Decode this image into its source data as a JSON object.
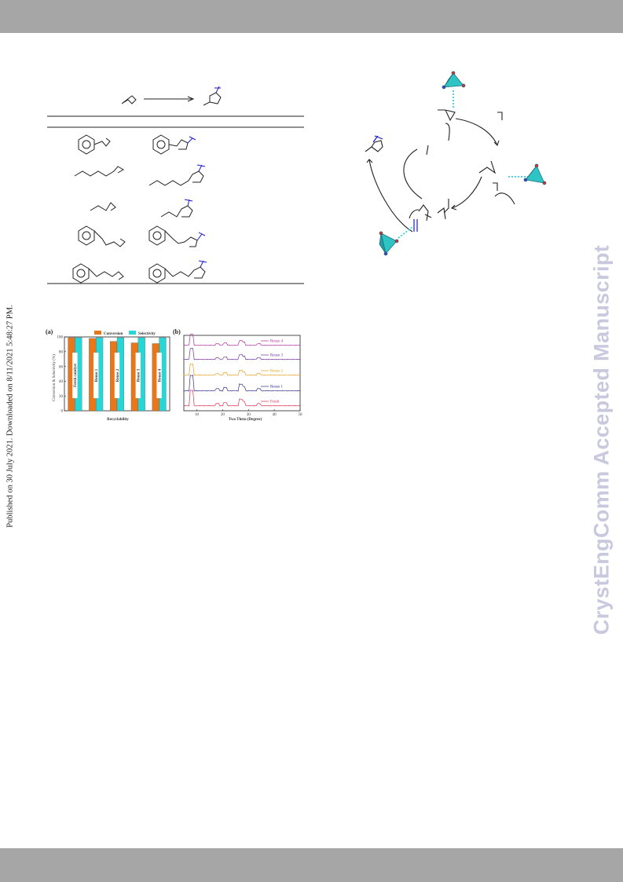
{
  "page": {
    "side_text_left": "Published on 30 July 2021. Downloaded on 8/11/2021 5:48:27 PM.",
    "side_text_right": "CrystEngComm Accepted Manuscript",
    "colors": {
      "band": "#a6a6a6",
      "watermark": "#c8c8df",
      "conversion": "#e8761a",
      "selectivity": "#28d6d6",
      "mof": "#2ec4c4",
      "n_blue": "#1a1ad0"
    }
  },
  "figure_a": {
    "panel_label": "(a)",
    "ylabel": "Conversion & Selectivity (%)",
    "xlabel": "Recyclability",
    "legend": {
      "conversion": "Conversion",
      "selectivity": "Selectivity"
    },
    "bar_labels": [
      "Fresh catalyst",
      "Reuse 1",
      "Reuse 2",
      "Reuse 3",
      "Reuse 4"
    ]
  },
  "figure_b": {
    "panel_label": "(b)",
    "xlabel": "Two Theta (Degree)",
    "trace_labels": [
      "Reuse 4",
      "Reuse 3",
      "Reuse 2",
      "Reuse 1",
      "Fresh"
    ],
    "trace_colors": [
      "#b030a0",
      "#7030a0",
      "#e0a020",
      "#303090",
      "#e03050"
    ]
  },
  "chart_data": [
    {
      "type": "bar",
      "categories": [
        "Fresh catalyst",
        "Reuse 1",
        "Reuse 2",
        "Reuse 3",
        "Reuse 4"
      ],
      "series": [
        {
          "name": "Conversion",
          "values": [
            99,
            98,
            94,
            92,
            91
          ]
        },
        {
          "name": "Selectivity",
          "values": [
            99,
            99,
            99,
            99,
            99
          ]
        }
      ],
      "ylabel": "Conversion & Selectivity (%)",
      "xlabel": "Recyclability",
      "ylim": [
        0,
        100
      ],
      "yticks": [
        "0",
        "20",
        "40",
        "60",
        "80",
        "100"
      ],
      "legend": "top"
    },
    {
      "type": "line",
      "xlabel": "Two Theta (Degree)",
      "xlim": [
        5,
        50
      ],
      "xticks": [
        "10",
        "20",
        "30",
        "40",
        "50"
      ],
      "series": [
        {
          "name": "Reuse 4",
          "peaks": [
            8,
            18,
            21,
            27,
            28,
            34
          ]
        },
        {
          "name": "Reuse 3",
          "peaks": [
            8,
            18,
            21,
            27,
            28,
            34
          ]
        },
        {
          "name": "Reuse 2",
          "peaks": [
            8,
            18,
            21,
            27,
            28,
            34
          ]
        },
        {
          "name": "Reuse 1",
          "peaks": [
            8,
            18,
            21,
            27,
            28,
            34
          ]
        },
        {
          "name": "Fresh",
          "peaks": [
            8,
            18,
            21,
            27,
            28,
            34
          ]
        }
      ]
    }
  ]
}
